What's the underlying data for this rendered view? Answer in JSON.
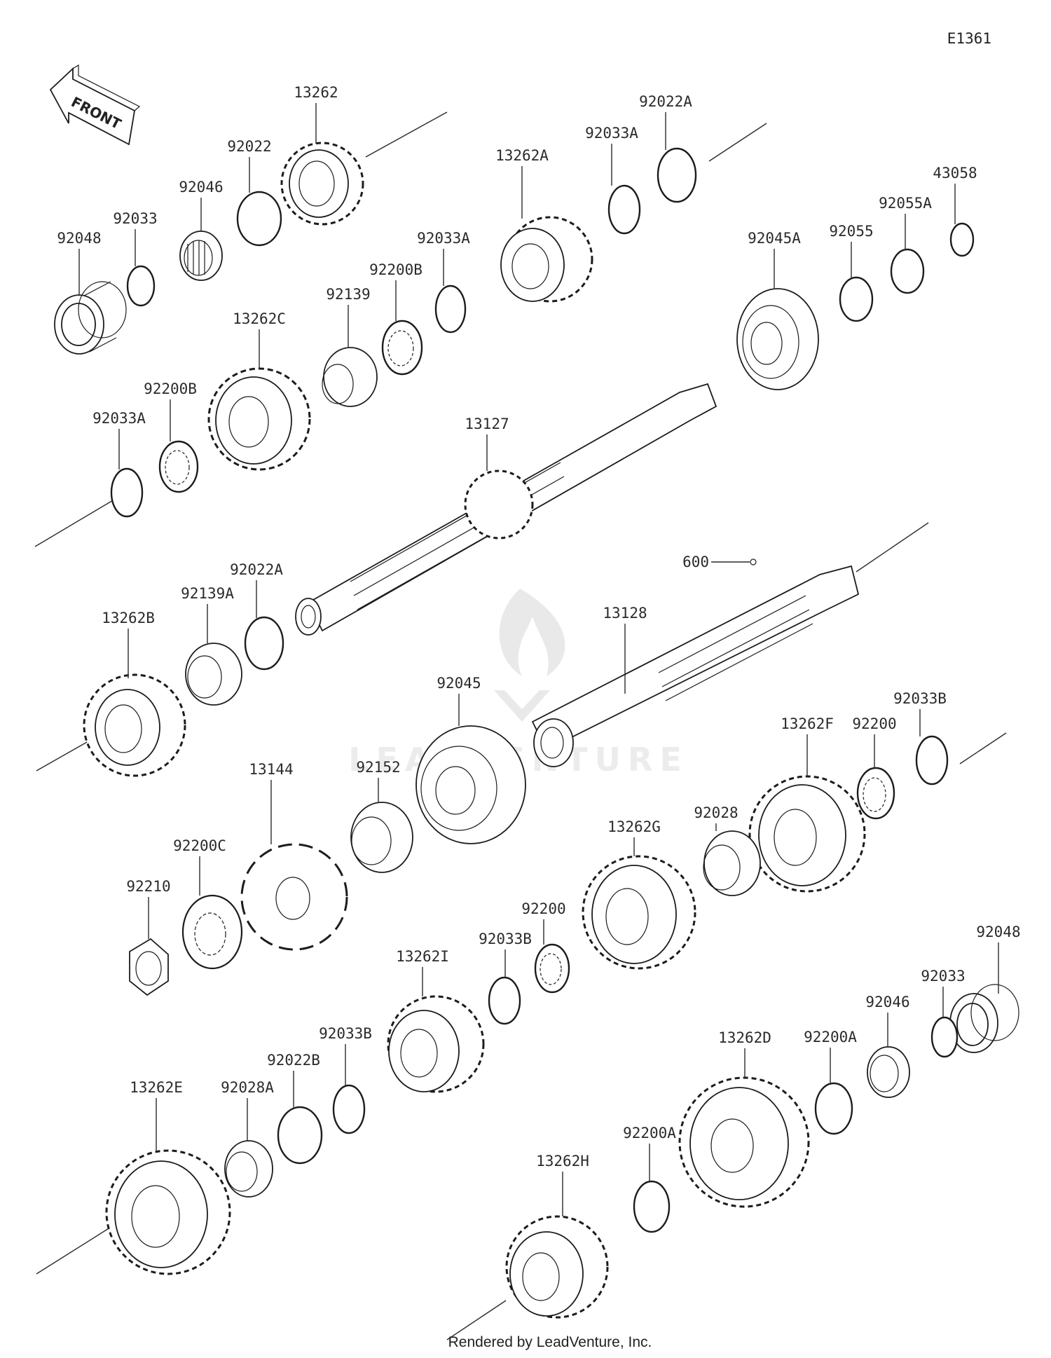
{
  "diagram_code": "E1361",
  "front_label": "FRONT",
  "watermark": "LEADVENTURE",
  "footer": "Rendered by LeadVenture, Inc.",
  "parts": [
    {
      "id": "p13262",
      "label": "13262"
    },
    {
      "id": "p92022",
      "label": "92022"
    },
    {
      "id": "p92046",
      "label": "92046"
    },
    {
      "id": "p92033",
      "label": "92033"
    },
    {
      "id": "p92048",
      "label": "92048"
    },
    {
      "id": "p13262A",
      "label": "13262A"
    },
    {
      "id": "p92033A_top",
      "label": "92033A"
    },
    {
      "id": "p92022A_top",
      "label": "92022A"
    },
    {
      "id": "p43058",
      "label": "43058"
    },
    {
      "id": "p92055A",
      "label": "92055A"
    },
    {
      "id": "p92055",
      "label": "92055"
    },
    {
      "id": "p92045A",
      "label": "92045A"
    },
    {
      "id": "p92033A_mid",
      "label": "92033A"
    },
    {
      "id": "p92200B_mid",
      "label": "92200B"
    },
    {
      "id": "p92139",
      "label": "92139"
    },
    {
      "id": "p13262C",
      "label": "13262C"
    },
    {
      "id": "p92200B_left",
      "label": "92200B"
    },
    {
      "id": "p92033A_left",
      "label": "92033A"
    },
    {
      "id": "p13127",
      "label": "13127"
    },
    {
      "id": "p600",
      "label": "600"
    },
    {
      "id": "p13128",
      "label": "13128"
    },
    {
      "id": "p13262B",
      "label": "13262B"
    },
    {
      "id": "p92139A",
      "label": "92139A"
    },
    {
      "id": "p92022A_mid",
      "label": "92022A"
    },
    {
      "id": "p92045",
      "label": "92045"
    },
    {
      "id": "p92152",
      "label": "92152"
    },
    {
      "id": "p13144",
      "label": "13144"
    },
    {
      "id": "p92200C",
      "label": "92200C"
    },
    {
      "id": "p92210",
      "label": "92210"
    },
    {
      "id": "p13262F",
      "label": "13262F"
    },
    {
      "id": "p92200_right",
      "label": "92200"
    },
    {
      "id": "p92033B_right",
      "label": "92033B"
    },
    {
      "id": "p92028",
      "label": "92028"
    },
    {
      "id": "p13262G",
      "label": "13262G"
    },
    {
      "id": "p92200_mid",
      "label": "92200"
    },
    {
      "id": "p92033B_mid",
      "label": "92033B"
    },
    {
      "id": "p13262I",
      "label": "13262I"
    },
    {
      "id": "p92048_right",
      "label": "92048"
    },
    {
      "id": "p92033_right",
      "label": "92033"
    },
    {
      "id": "p92046_right",
      "label": "92046"
    },
    {
      "id": "p92200A_right",
      "label": "92200A"
    },
    {
      "id": "p13262D",
      "label": "13262D"
    },
    {
      "id": "p92033B_low",
      "label": "92033B"
    },
    {
      "id": "p92022B",
      "label": "92022B"
    },
    {
      "id": "p92028A",
      "label": "92028A"
    },
    {
      "id": "p13262E",
      "label": "13262E"
    },
    {
      "id": "p13262H",
      "label": "13262H"
    },
    {
      "id": "p92200A_low",
      "label": "92200A"
    }
  ]
}
